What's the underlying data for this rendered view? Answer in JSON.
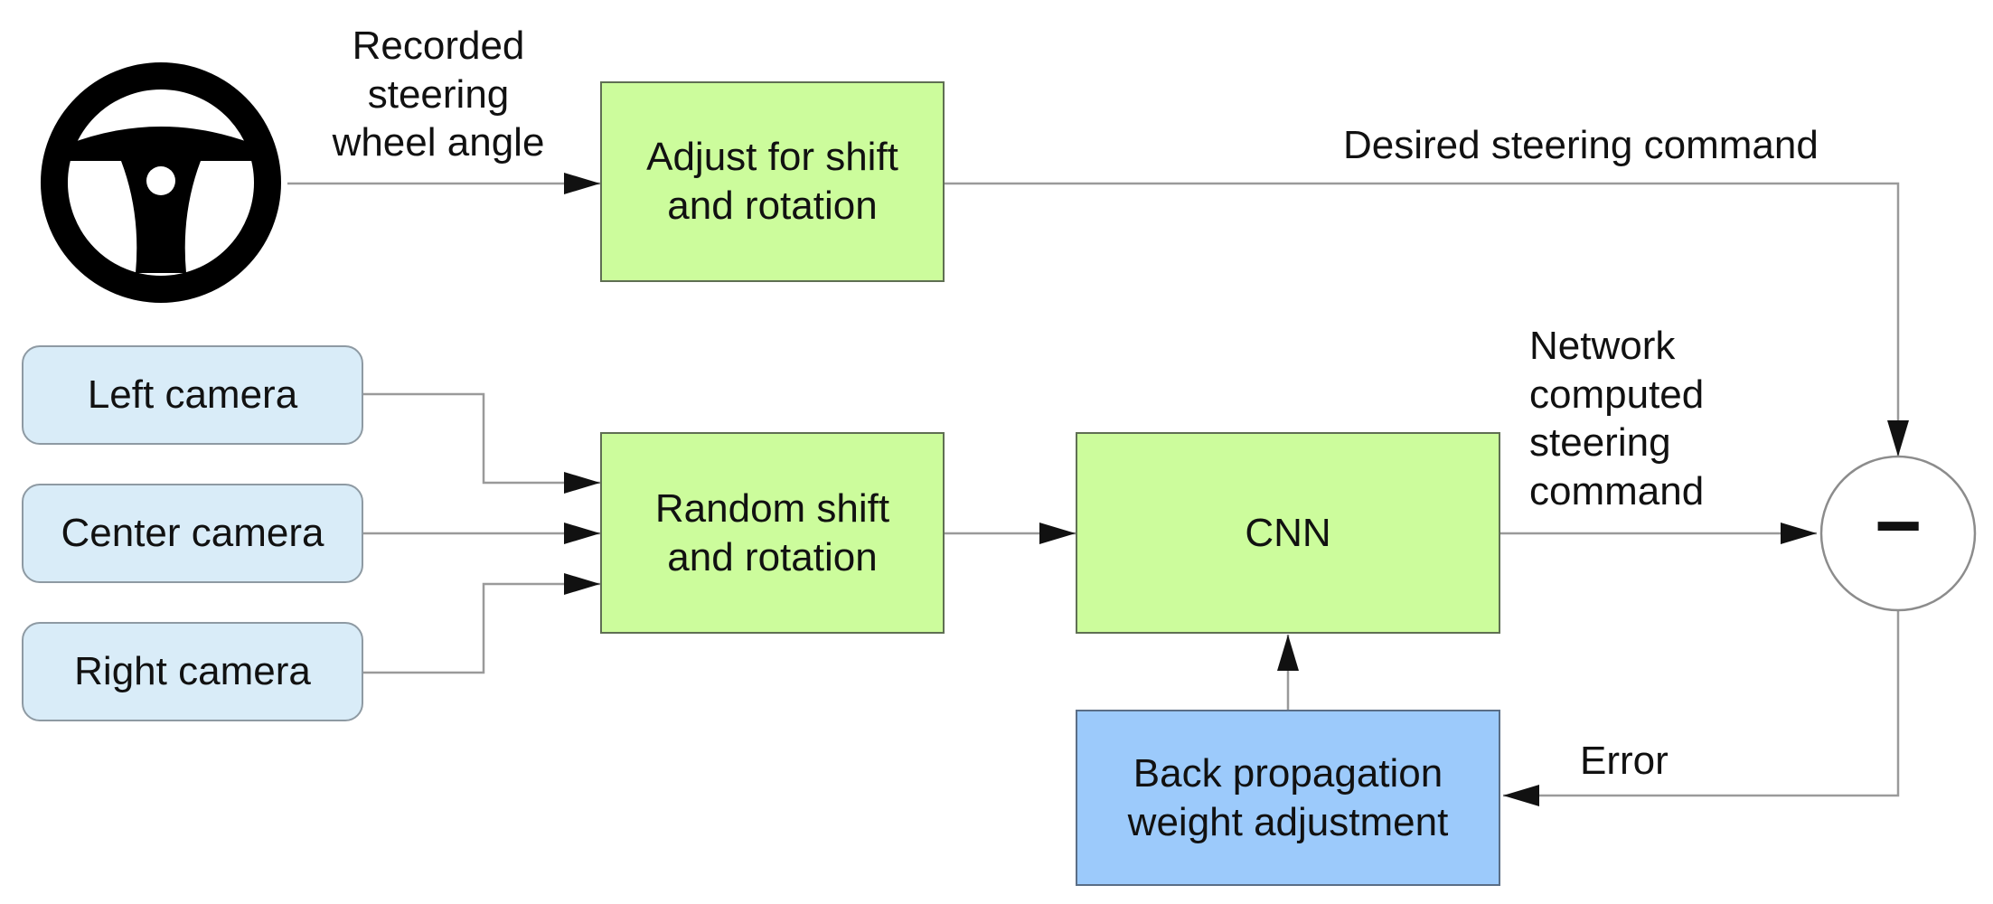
{
  "wheel": {
    "icon": "steering-wheel-icon"
  },
  "labels": {
    "recorded_angle": "Recorded\nsteering\nwheel angle",
    "desired_command": "Desired steering command",
    "network_command": "Network\ncomputed\nsteering\ncommand",
    "error": "Error"
  },
  "nodes": {
    "adjust": "Adjust for shift\nand rotation",
    "left_camera": "Left camera",
    "center_camera": "Center camera",
    "right_camera": "Right camera",
    "random_shift": "Random shift\nand rotation",
    "cnn": "CNN",
    "backprop": "Back propagation\nweight adjustment",
    "subtract_symbol": "−"
  },
  "colors": {
    "process_fill": "#ccfc9c",
    "camera_fill": "#d9ecf8",
    "backprop_fill": "#9ccafb",
    "line": "#9a9a9a",
    "arrowhead": "#111111"
  }
}
